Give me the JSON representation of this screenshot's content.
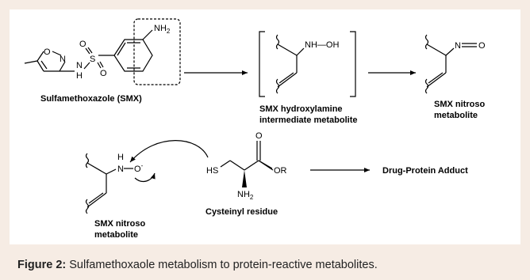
{
  "scheme": {
    "smx": {
      "atoms": {
        "o_ring": "O",
        "n_ring": "N",
        "n_h": "N",
        "h": "H",
        "s": "S",
        "o1": "O",
        "o2": "O",
        "nh2": "NH",
        "nh2_sub": "2"
      },
      "label": "Sulfamethoxazole (SMX)"
    },
    "hydroxylamine": {
      "atoms": {
        "nh_oh": "NH—OH"
      },
      "label_line1": "SMX hydroxylamine",
      "label_line2": "intermediate metabolite"
    },
    "nitroso_top": {
      "atoms": {
        "n": "N",
        "o": "O"
      },
      "label_line1": "SMX nitroso",
      "label_line2": "metabolite"
    },
    "nitroso_bottom": {
      "atoms": {
        "n": "N",
        "h": "H",
        "o": "O",
        "charge": "-"
      },
      "label_line1": "SMX nitroso",
      "label_line2": "metabolite"
    },
    "cysteine": {
      "atoms": {
        "hs": "HS",
        "o": "O",
        "or": "OR",
        "nh2": "NH",
        "nh2_sub": "2"
      },
      "label": "Cysteinyl residue"
    },
    "product": {
      "label": "Drug-Protein Adduct"
    }
  },
  "caption": {
    "prefix": "Figure 2:",
    "text": " Sulfamethoxaole metabolism to protein-reactive metabolites."
  }
}
